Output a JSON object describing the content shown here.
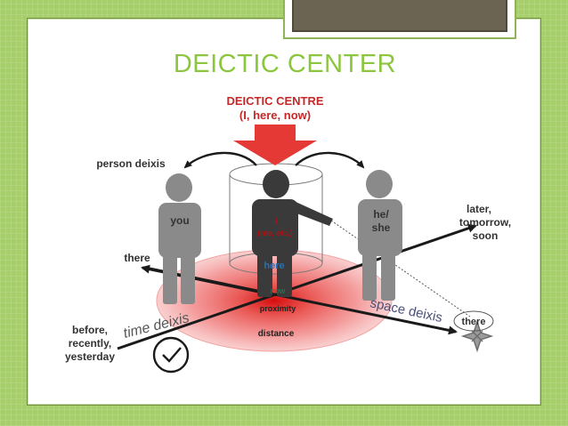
{
  "slide": {
    "title": "DEICTIC CENTER"
  },
  "diagram": {
    "centre_heading": "DEICTIC CENTRE",
    "centre_subheading": "(I, here, now)",
    "person_deixis_label": "person deixis",
    "you_label": "you",
    "i_label": "I",
    "i_sublabel": "(me, etc.)",
    "he_label": "he/",
    "she_label": "she",
    "there_left_label": "there",
    "there_right_label": "there",
    "here_label": "here",
    "now_label": "now",
    "proximity_label": "proximity",
    "distance_label": "distance",
    "time_deixis_label": "time deixis",
    "space_deixis_label": "space deixis",
    "later_label": "later,",
    "tomorrow_label": "tomorrow,",
    "soon_label": "soon",
    "before_label": "before,",
    "recently_label": "recently,",
    "yesterday_label": "yesterday",
    "clock_icon": "clock-icon",
    "compass_icon": "compass-icon",
    "colors": {
      "title_green": "#8cc63f",
      "heading_red": "#c62828",
      "arrow_red": "#e53935",
      "figure_grey": "#8a8a8a",
      "figure_dark": "#3a3a3a",
      "label_text": "#333333",
      "here_blue": "#2a6fb5"
    }
  }
}
